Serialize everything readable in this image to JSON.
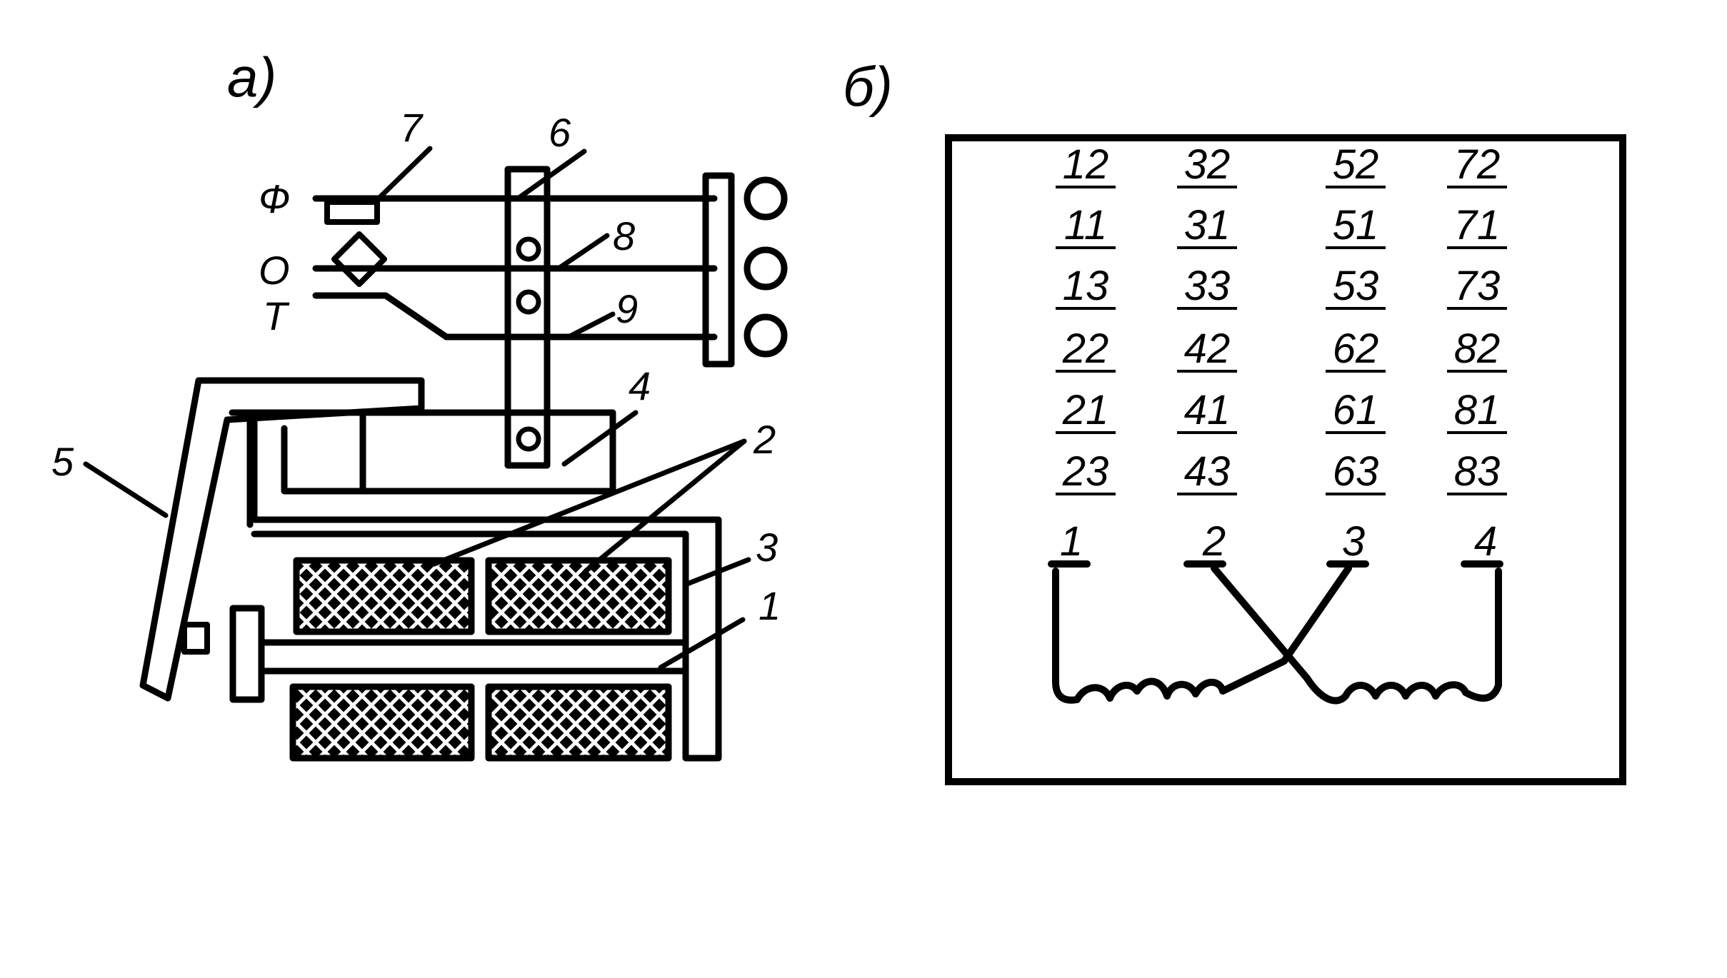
{
  "panel_a": {
    "title": "а)",
    "bus_labels": [
      "Ф",
      "О",
      "Т"
    ],
    "part_numbers": [
      "7",
      "6",
      "8",
      "9",
      "4",
      "5",
      "2",
      "3",
      "1"
    ]
  },
  "panel_b": {
    "title": "б)",
    "terminal_rows": [
      [
        "12",
        "32",
        "52",
        "72"
      ],
      [
        "11",
        "31",
        "51",
        "71"
      ],
      [
        "13",
        "33",
        "53",
        "73"
      ],
      [
        "22",
        "42",
        "62",
        "82"
      ],
      [
        "21",
        "41",
        "61",
        "81"
      ],
      [
        "23",
        "43",
        "63",
        "83"
      ]
    ],
    "winding_terminals": [
      "1",
      "2",
      "3",
      "4"
    ]
  },
  "colors": {
    "ink": "#000000",
    "paper": "#ffffff"
  }
}
